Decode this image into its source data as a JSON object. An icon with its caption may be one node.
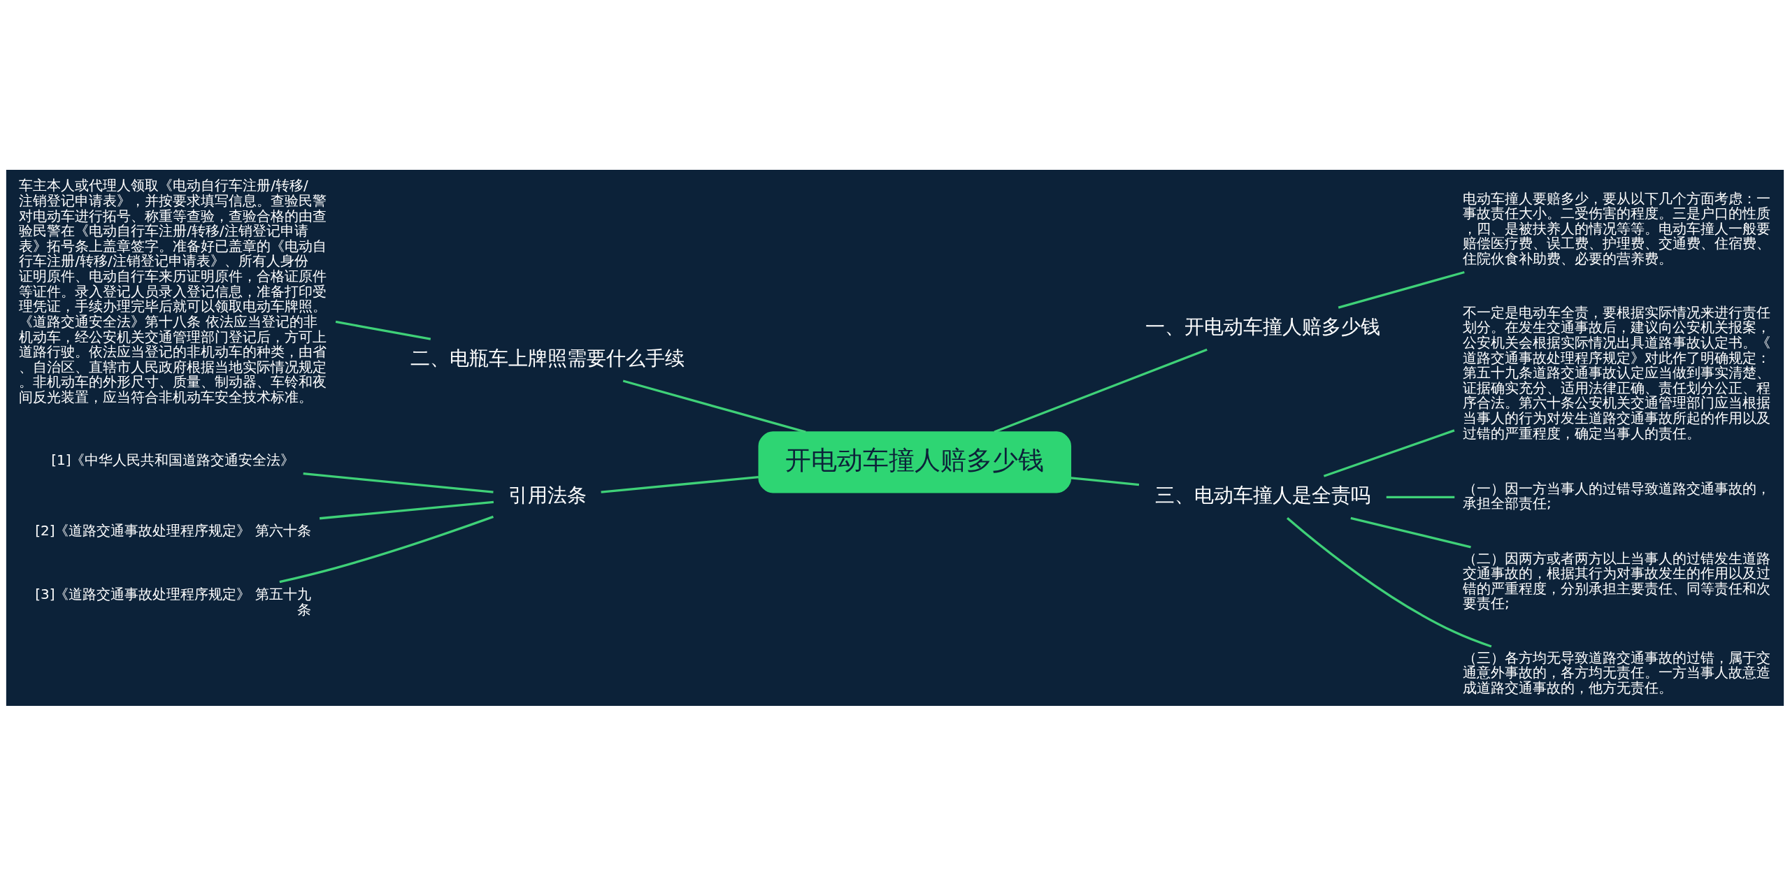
{
  "diagram": {
    "nodes": [
      {
        "text": [
          "开电动车撞人赔多少钱"
        ]
      },
      {
        "text": [
          "一、开电动车撞人赔多少钱"
        ]
      },
      {
        "text": [
          "电动车撞人要赔多少，要从以下几个方面考虑：一事故责任大小。二受伤害的程度。三是户口的性质，四、是被扶养人的情况等等。电动车撞人一般要赔偿医疗费、误工费、护理费、交通费、住宿费、住院伙食补助费、必要的营养费。"
        ]
      },
      {
        "text": [
          "二、电瓶车上牌照需要什么手续"
        ]
      },
      {
        "text": [
          "车主本人或代理人领取《电动自行车注册/转移/注销登记申请表》，并按要求填写信息。查验民警对电动车进行拓号、称重等查验，查验合格的由查验民警在《电动自行车注册/转移/注销登记申请表》拓号条上盖章签字。准备好已盖章的《电动自行车注册/转移/注销登记申请表》、所有人身份证明原件、电动自行车来历证明原件，合格证原件等证件。录入登记人员录入登记信息，准备打印受理凭证，手续办理完毕后就可以领取电动车牌照。《道路交通安全法》第十八条 依法应当登记的非机动车，经公安机关交通管理部门登记后，方可上道路行驶。依法应当登记的非机动车的种类，由省、自治区、直辖市人民政府根据当地实际情况规定。非机动车的外形尺寸、质量、制动器、车铃和夜间反光装置，应当符合非机动车安全技术标准。"
        ]
      },
      {
        "text": [
          "三、电动车撞人是全责吗"
        ]
      },
      {
        "text": [
          "不一定是电动车全责，要根据实际情况来进行责任划分。在发生交通事故后，建议向公安机关报案，公安机关会根据实际情况出具道路事故认定书。《道路交通事故处理程序规定》对此作了明确规定：第五十九条道路交通事故认定应当做到事实清楚、证据确实充分、适用法律正确、责任划分公正、程序合法。第六十条公安机关交通管理部门应当根据当事人的行为对发生道路交通事故所起的作用以及过错的严重程度，确定当事人的责任。"
        ]
      },
      {
        "text": [
          "（一）因一方当事人的过错导致道路交通事故的，承担全部责任;"
        ]
      },
      {
        "text": [
          "（二）因两方或者两方以上当事人的过错发生道路交通事故的，根据其行为对事故发生的作用以及过错的严重程度，分别承担主要责任、同等责任和次要责任;"
        ]
      },
      {
        "text": [
          "（三）各方均无导致道路交通事故的过错，属于交通意外事故的，各方均无责任。一方当事人故意造成道路交通事故的，他方无责任。"
        ]
      },
      {
        "text": [
          "引用法条"
        ]
      },
      {
        "text": [
          "[1]《中华人民共和国道路交通安全法》"
        ]
      },
      {
        "text": [
          "[2]《道路交通事故处理程序规定》 第六十条"
        ]
      },
      {
        "text": [
          "[3]《道路交通事故处理程序规定》 第五十九条"
        ]
      }
    ],
    "edges": [
      {
        "from": 0,
        "to": 1,
        "arrow": "none"
      },
      {
        "from": 1,
        "to": 2,
        "arrow": "none"
      },
      {
        "from": 0,
        "to": 3,
        "arrow": "none"
      },
      {
        "from": 3,
        "to": 4,
        "arrow": "none"
      },
      {
        "from": 0,
        "to": 5,
        "arrow": "none"
      },
      {
        "from": 5,
        "to": 6,
        "arrow": "none"
      },
      {
        "from": 5,
        "to": 7,
        "arrow": "none"
      },
      {
        "from": 5,
        "to": 8,
        "arrow": "none"
      },
      {
        "from": 5,
        "to": 9,
        "arrow": "none"
      },
      {
        "from": 0,
        "to": 10,
        "arrow": "none"
      },
      {
        "from": 10,
        "to": 11,
        "arrow": "none"
      },
      {
        "from": 10,
        "to": 12,
        "arrow": "none"
      },
      {
        "from": 10,
        "to": 13,
        "arrow": "none"
      }
    ]
  }
}
